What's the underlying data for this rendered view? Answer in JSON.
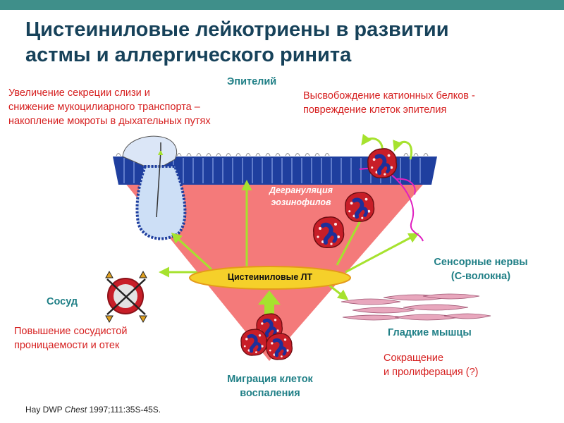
{
  "title": {
    "line1": "Цистеиниловые лейкотриены в развитии",
    "line2": "астмы и аллергического ринита"
  },
  "labels": {
    "epithelium": "Эпителий",
    "mucus": [
      "Увеличение секреции слизи и",
      "снижение мукоцилиарного транспорта –",
      "накопление мокроты в дыхательных путях"
    ],
    "cationic": [
      "Высвобождение катионных белков -",
      "повреждение клеток эпителия"
    ],
    "degranulation": [
      "Дегрануляция",
      "эозинофилов"
    ],
    "center": "Цистеиниловые ЛТ",
    "sensory": [
      "Сенсорные нервы",
      "(С-волокна)"
    ],
    "vessel": "Сосуд",
    "permeability": [
      "Повышение сосудистой",
      "проницаемости и отек"
    ],
    "smooth_muscle": "Гладкие мышцы",
    "contraction": [
      "Сокращение",
      "и пролиферация (?)"
    ],
    "migration": [
      "Миграция клеток",
      "воспаления"
    ]
  },
  "reference": {
    "authors": "Hay DWP ",
    "journal": "Chest",
    "details": " 1997;111:35S-45S."
  },
  "colors": {
    "topbar": "#3f8f8a",
    "title": "#17425a",
    "label_red": "#d62020",
    "label_teal": "#1f7f86",
    "cone": "#f47a7a",
    "arrow": "#a6e22e",
    "epithelium_cell": "#1f3f9f",
    "eosinophil": "#c81e28",
    "nerve": "#e020c0"
  },
  "icons": [
    "eosinophil-icon",
    "vessel-icon",
    "smooth-muscle-icon",
    "mucus-gland-icon",
    "nerve-fiber-icon"
  ]
}
